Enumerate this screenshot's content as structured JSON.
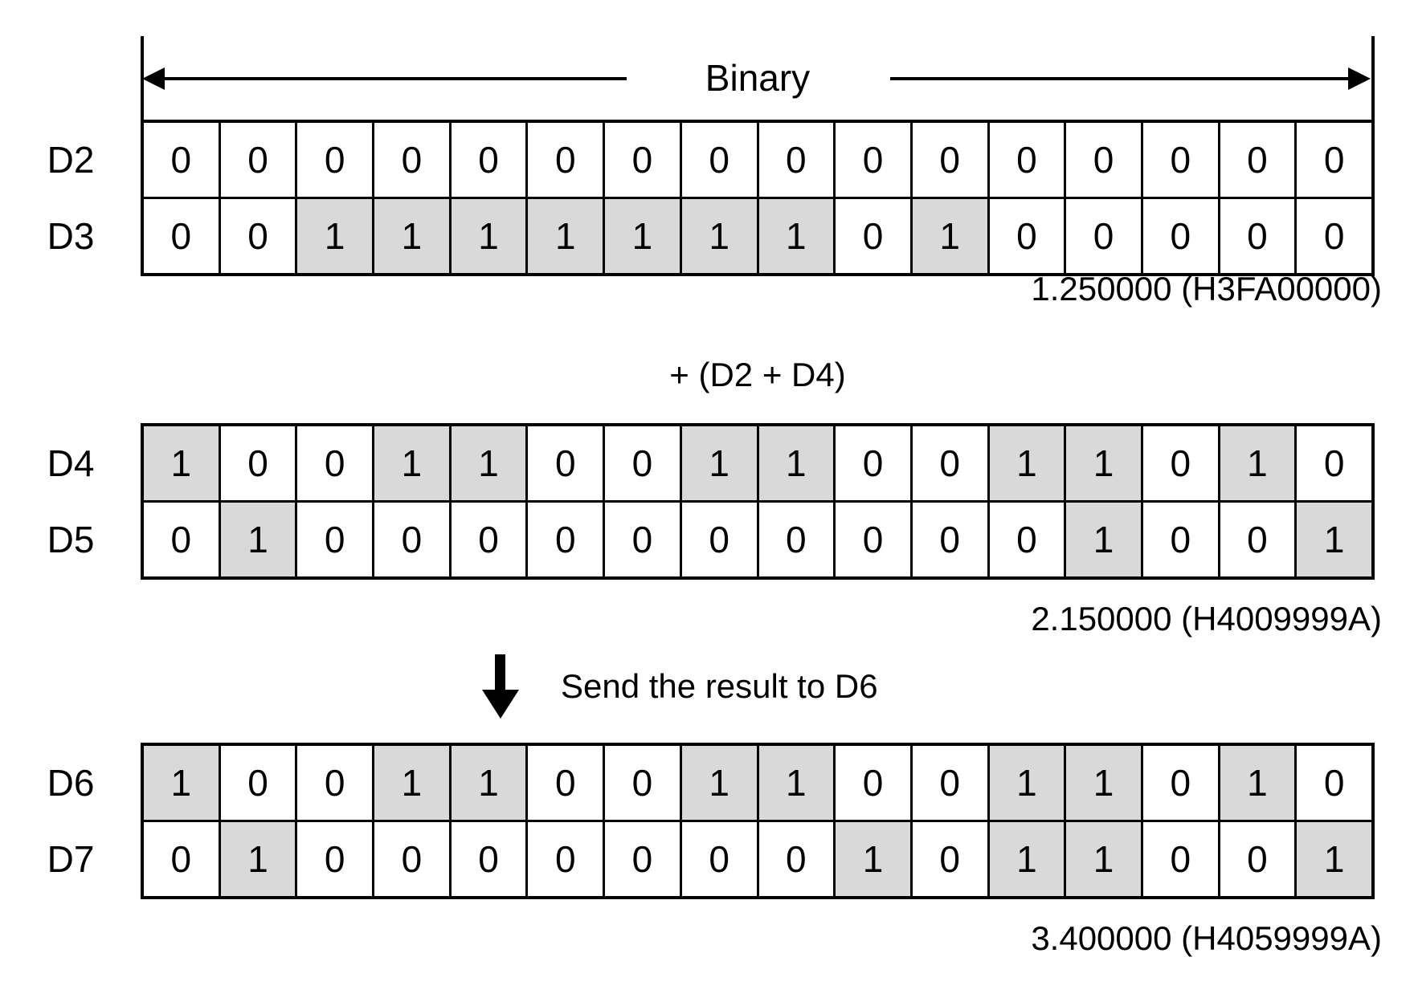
{
  "header": {
    "label": "Binary"
  },
  "sections": [
    {
      "rows": [
        {
          "label": "D2",
          "bits": [
            0,
            0,
            0,
            0,
            0,
            0,
            0,
            0,
            0,
            0,
            0,
            0,
            0,
            0,
            0,
            0
          ]
        },
        {
          "label": "D3",
          "bits": [
            0,
            0,
            1,
            1,
            1,
            1,
            1,
            1,
            1,
            0,
            1,
            0,
            0,
            0,
            0,
            0
          ]
        }
      ],
      "result": "1.250000 (H3FA00000)"
    },
    {
      "operation": "+ (D2 + D4)",
      "rows": [
        {
          "label": "D4",
          "bits": [
            1,
            0,
            0,
            1,
            1,
            0,
            0,
            1,
            1,
            0,
            0,
            1,
            1,
            0,
            1,
            0
          ]
        },
        {
          "label": "D5",
          "bits": [
            0,
            1,
            0,
            0,
            0,
            0,
            0,
            0,
            0,
            0,
            0,
            0,
            1,
            0,
            0,
            1
          ]
        }
      ],
      "result": "2.150000 (H4009999A)"
    },
    {
      "note": "Send the result to D6",
      "rows": [
        {
          "label": "D6",
          "bits": [
            1,
            0,
            0,
            1,
            1,
            0,
            0,
            1,
            1,
            0,
            0,
            1,
            1,
            0,
            1,
            0
          ]
        },
        {
          "label": "D7",
          "bits": [
            0,
            1,
            0,
            0,
            0,
            0,
            0,
            0,
            0,
            1,
            0,
            1,
            1,
            0,
            0,
            1
          ]
        }
      ],
      "result": "3.400000 (H4059999A)"
    }
  ],
  "colors": {
    "highlight": "#d9d9d9",
    "line": "#000000",
    "background": "#ffffff"
  }
}
